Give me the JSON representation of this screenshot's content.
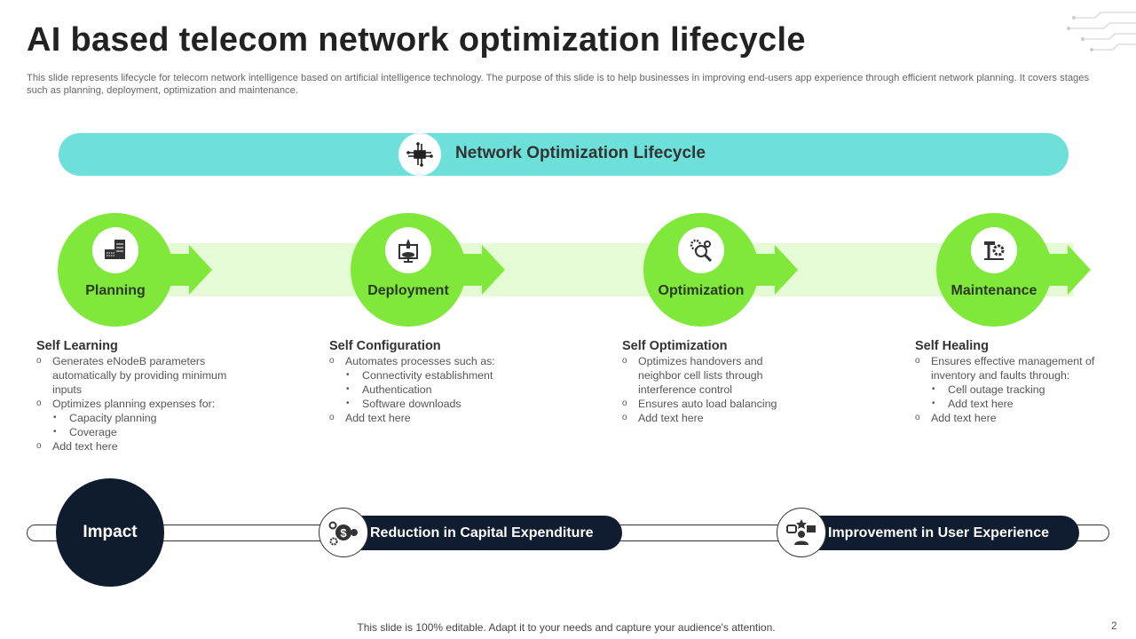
{
  "title": "AI based telecom network optimization lifecycle",
  "description": "This slide represents lifecycle for telecom network intelligence based on artificial intelligence technology. The purpose of this slide is to help businesses in improving end-users app experience through efficient network planning. It covers stages such as planning, deployment, optimization and maintenance.",
  "banner": {
    "label": "Network Optimization Lifecycle",
    "icon": "network-hub-icon"
  },
  "colors": {
    "stage": "#80e83a",
    "band": "#e4fbd5",
    "banner": "#6ee0da",
    "dark": "#101d30"
  },
  "stages": [
    {
      "label": "Planning",
      "icon": "building-plan-icon",
      "heading": "Self Learning",
      "items": [
        {
          "level": 1,
          "text": "Generates eNodeB parameters automatically by providing minimum inputs"
        },
        {
          "level": 1,
          "text": "Optimizes planning expenses for:"
        },
        {
          "level": 2,
          "text": "Capacity planning"
        },
        {
          "level": 2,
          "text": "Coverage"
        },
        {
          "level": 1,
          "text": "Add text here"
        }
      ]
    },
    {
      "label": "Deployment",
      "icon": "rocket-monitor-icon",
      "heading": "Self Configuration",
      "items": [
        {
          "level": 1,
          "text": "Automates processes such as:"
        },
        {
          "level": 2,
          "text": "Connectivity establishment"
        },
        {
          "level": 2,
          "text": "Authentication"
        },
        {
          "level": 2,
          "text": "Software downloads"
        },
        {
          "level": 1,
          "text": "Add text here"
        }
      ]
    },
    {
      "label": "Optimization",
      "icon": "gear-search-icon",
      "heading": "Self Optimization",
      "items": [
        {
          "level": 1,
          "text": "Optimizes handovers and neighbor cell lists through interference control"
        },
        {
          "level": 1,
          "text": "Ensures auto load balancing"
        },
        {
          "level": 1,
          "text": "Add text here"
        }
      ]
    },
    {
      "label": "Maintenance",
      "icon": "hammer-gear-icon",
      "heading": "Self Healing",
      "items": [
        {
          "level": 1,
          "text": "Ensures effective management of inventory and faults through:"
        },
        {
          "level": 2,
          "text": "Cell outage tracking"
        },
        {
          "level": 2,
          "text": "Add text here"
        },
        {
          "level": 1,
          "text": "Add text here"
        }
      ]
    }
  ],
  "impact": {
    "label": "Impact",
    "items": [
      {
        "label": "Reduction in Capital Expenditure",
        "icon": "dollar-gear-icon"
      },
      {
        "label": "Improvement in User Experience",
        "icon": "user-feedback-icon"
      }
    ]
  },
  "footer": "This slide is 100% editable. Adapt it to your needs and capture your audience's attention.",
  "page_number": "2"
}
